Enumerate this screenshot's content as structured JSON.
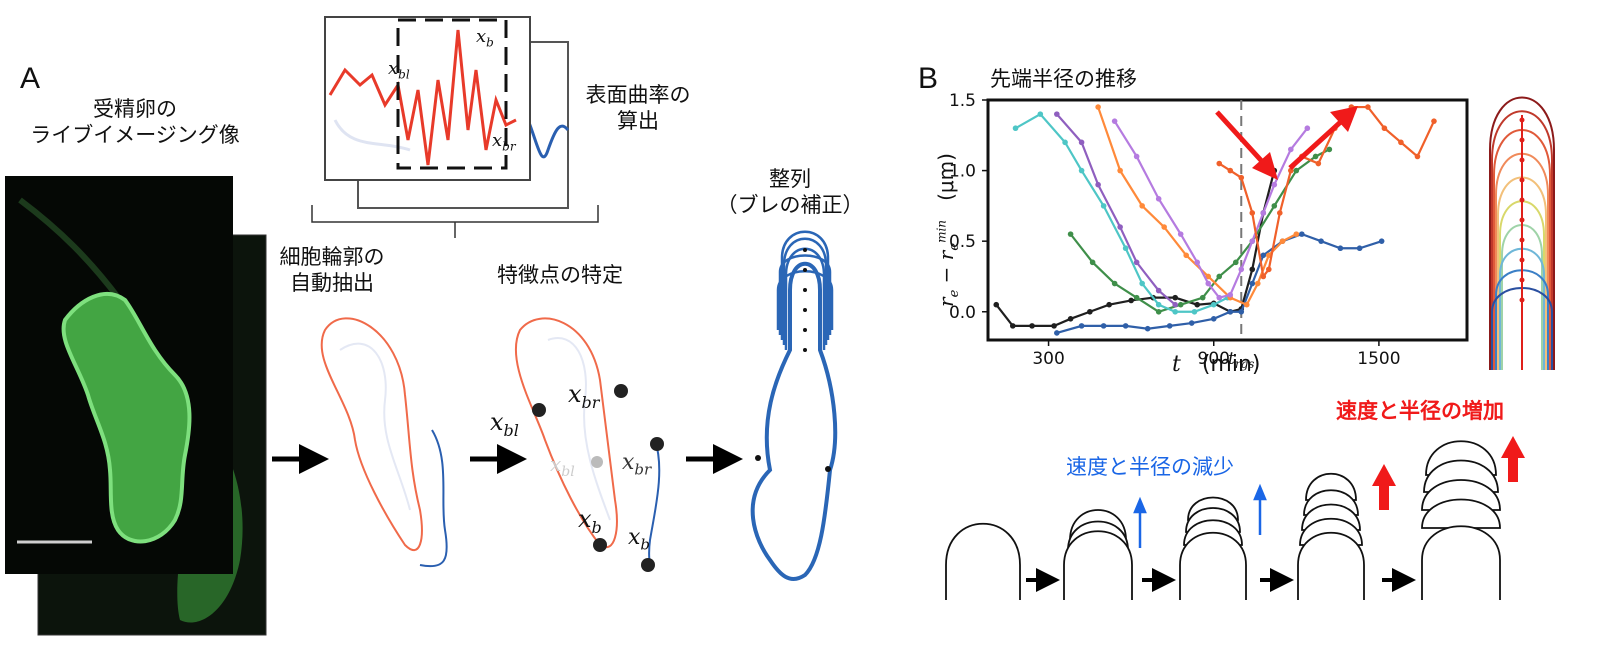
{
  "panel_a": {
    "letter": "A",
    "live_imaging_line1": "受精卵の",
    "live_imaging_line2": "ライブイメージング像",
    "curvature_line1": "表面曲率の",
    "curvature_line2": "算出",
    "contour_line1": "細胞輪郭の",
    "contour_line2": "自動抽出",
    "feature_points": "特徴点の特定",
    "align_line1": "整列",
    "align_line2": "（ブレの補正）",
    "x_bl": "x_bl",
    "x_br": "x_br",
    "x_b": "x_b"
  },
  "panel_b": {
    "letter": "B",
    "chart_title": "先端半径の推移",
    "decrease_label": "速度と半径の減少",
    "increase_label": "速度と半径の増加"
  },
  "chart_data": {
    "type": "line",
    "title": "先端半径の推移",
    "xlabel": "t (min)",
    "ylabel": "r_e − r_e^min (μm)",
    "xticks": [
      300,
      900,
      1500
    ],
    "xtick_special": "t_rgs",
    "t_rgs": 1000,
    "yticks": [
      0.0,
      0.5,
      1.0,
      1.5
    ],
    "xlim": [
      80,
      1820
    ],
    "ylim": [
      -0.2,
      1.5
    ],
    "series": [
      {
        "color": "#1f1f1f",
        "x": [
          110,
          170,
          240,
          320,
          380,
          450,
          520,
          600,
          680,
          760,
          840,
          900,
          960,
          1000,
          1040,
          1080,
          1120
        ],
        "y": [
          0.05,
          -0.1,
          -0.1,
          -0.1,
          -0.05,
          0.0,
          0.05,
          0.08,
          0.1,
          0.1,
          0.05,
          0.06,
          0.0,
          0.02,
          0.3,
          0.7,
          1.0
        ]
      },
      {
        "color": "#2f5fa8",
        "x": [
          330,
          420,
          500,
          580,
          660,
          740,
          820,
          900,
          960,
          1000,
          1040,
          1080,
          1150,
          1220,
          1290,
          1360,
          1430,
          1510
        ],
        "y": [
          -0.15,
          -0.1,
          -0.1,
          -0.1,
          -0.12,
          -0.1,
          -0.08,
          -0.05,
          0.0,
          0.0,
          0.2,
          0.4,
          0.5,
          0.55,
          0.5,
          0.45,
          0.45,
          0.5
        ]
      },
      {
        "color": "#3f8f4a",
        "x": [
          380,
          460,
          540,
          620,
          700,
          780,
          860,
          920,
          980,
          1040,
          1120,
          1200,
          1270,
          1320
        ],
        "y": [
          0.55,
          0.35,
          0.2,
          0.1,
          0.0,
          0.05,
          0.1,
          0.25,
          0.35,
          0.5,
          0.75,
          1.0,
          1.1,
          1.15
        ]
      },
      {
        "color": "#4ec6c6",
        "x": [
          180,
          270,
          360,
          420,
          500,
          580,
          640,
          700,
          760,
          830,
          900,
          950
        ],
        "y": [
          1.3,
          1.4,
          1.2,
          1.0,
          0.75,
          0.45,
          0.2,
          0.05,
          0.0,
          0.0,
          0.05,
          0.1
        ]
      },
      {
        "color": "#8f5fbf",
        "x": [
          330,
          420,
          480,
          560,
          620,
          700,
          760
        ],
        "y": [
          1.4,
          1.2,
          0.9,
          0.6,
          0.35,
          0.15,
          0.05
        ]
      },
      {
        "color": "#ff8a3a",
        "x": [
          480,
          560,
          640,
          720,
          800,
          880,
          960,
          1020,
          1060,
          1100,
          1150,
          1200
        ],
        "y": [
          1.45,
          1.0,
          0.75,
          0.6,
          0.4,
          0.25,
          0.1,
          0.05,
          0.2,
          0.4,
          0.5,
          0.55
        ]
      },
      {
        "color": "#b57be0",
        "x": [
          540,
          620,
          700,
          780,
          840,
          880,
          920,
          960,
          1000,
          1040,
          1080,
          1120,
          1180,
          1240
        ],
        "y": [
          1.35,
          1.1,
          0.8,
          0.55,
          0.35,
          0.2,
          0.1,
          0.12,
          0.3,
          0.5,
          0.7,
          0.9,
          1.15,
          1.3
        ]
      },
      {
        "color": "#f0602a",
        "x": [
          920,
          960,
          1000,
          1040,
          1080,
          1100,
          1140,
          1180,
          1220,
          1280,
          1340,
          1400,
          1460,
          1520,
          1580,
          1640,
          1700
        ],
        "y": [
          1.05,
          1.0,
          0.95,
          0.7,
          0.25,
          0.3,
          0.7,
          1.0,
          1.1,
          1.05,
          1.3,
          1.45,
          1.45,
          1.3,
          1.2,
          1.1,
          1.35
        ]
      }
    ]
  }
}
